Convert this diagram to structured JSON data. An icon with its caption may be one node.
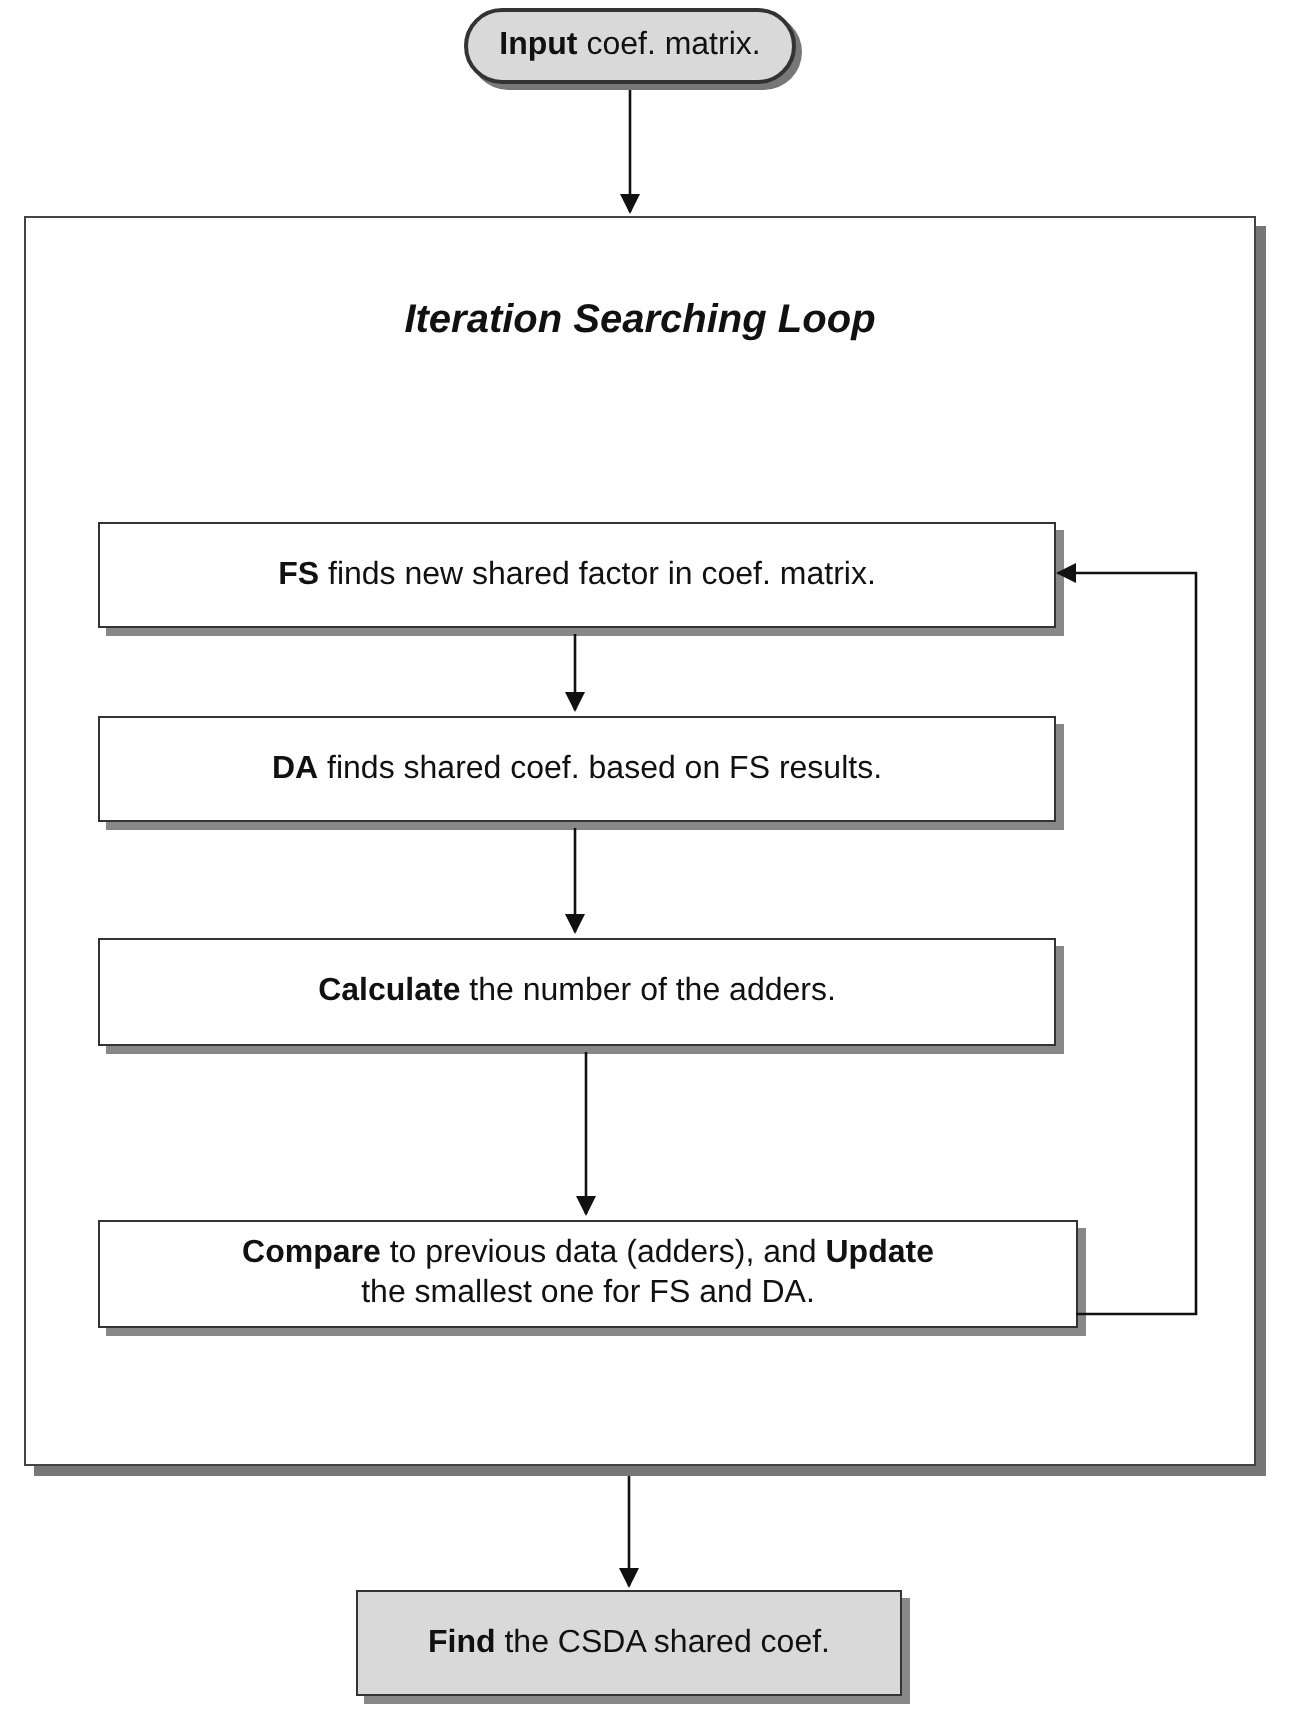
{
  "diagram": {
    "nodes": [
      {
        "text": [
          "**Input** coef. matrix."
        ]
      },
      {
        "text": [
          "Iteration Searching Loop"
        ]
      },
      {
        "text": [
          "**FS** finds new shared factor in coef. matrix."
        ],
        "in": 1
      },
      {
        "text": [
          "**DA** finds shared coef. based on FS results."
        ],
        "in": 1
      },
      {
        "text": [
          "**Calculate** the number of the adders."
        ],
        "in": 1
      },
      {
        "text": [
          "**Compare** to previous data (adders), and **Update** the smallest one for FS and DA."
        ],
        "in": 1
      },
      {
        "text": [
          "**Find** the CSDA shared coef."
        ]
      }
    ],
    "edges": [
      {
        "from": 0,
        "to": 1,
        "arrow": "to"
      },
      {
        "from": 2,
        "to": 3,
        "arrow": "to"
      },
      {
        "from": 3,
        "to": 4,
        "arrow": "to"
      },
      {
        "from": 4,
        "to": 5,
        "arrow": "to"
      },
      {
        "from": 5,
        "to": 2,
        "arrow": "to"
      },
      {
        "from": 1,
        "to": 6,
        "arrow": "to"
      }
    ]
  }
}
